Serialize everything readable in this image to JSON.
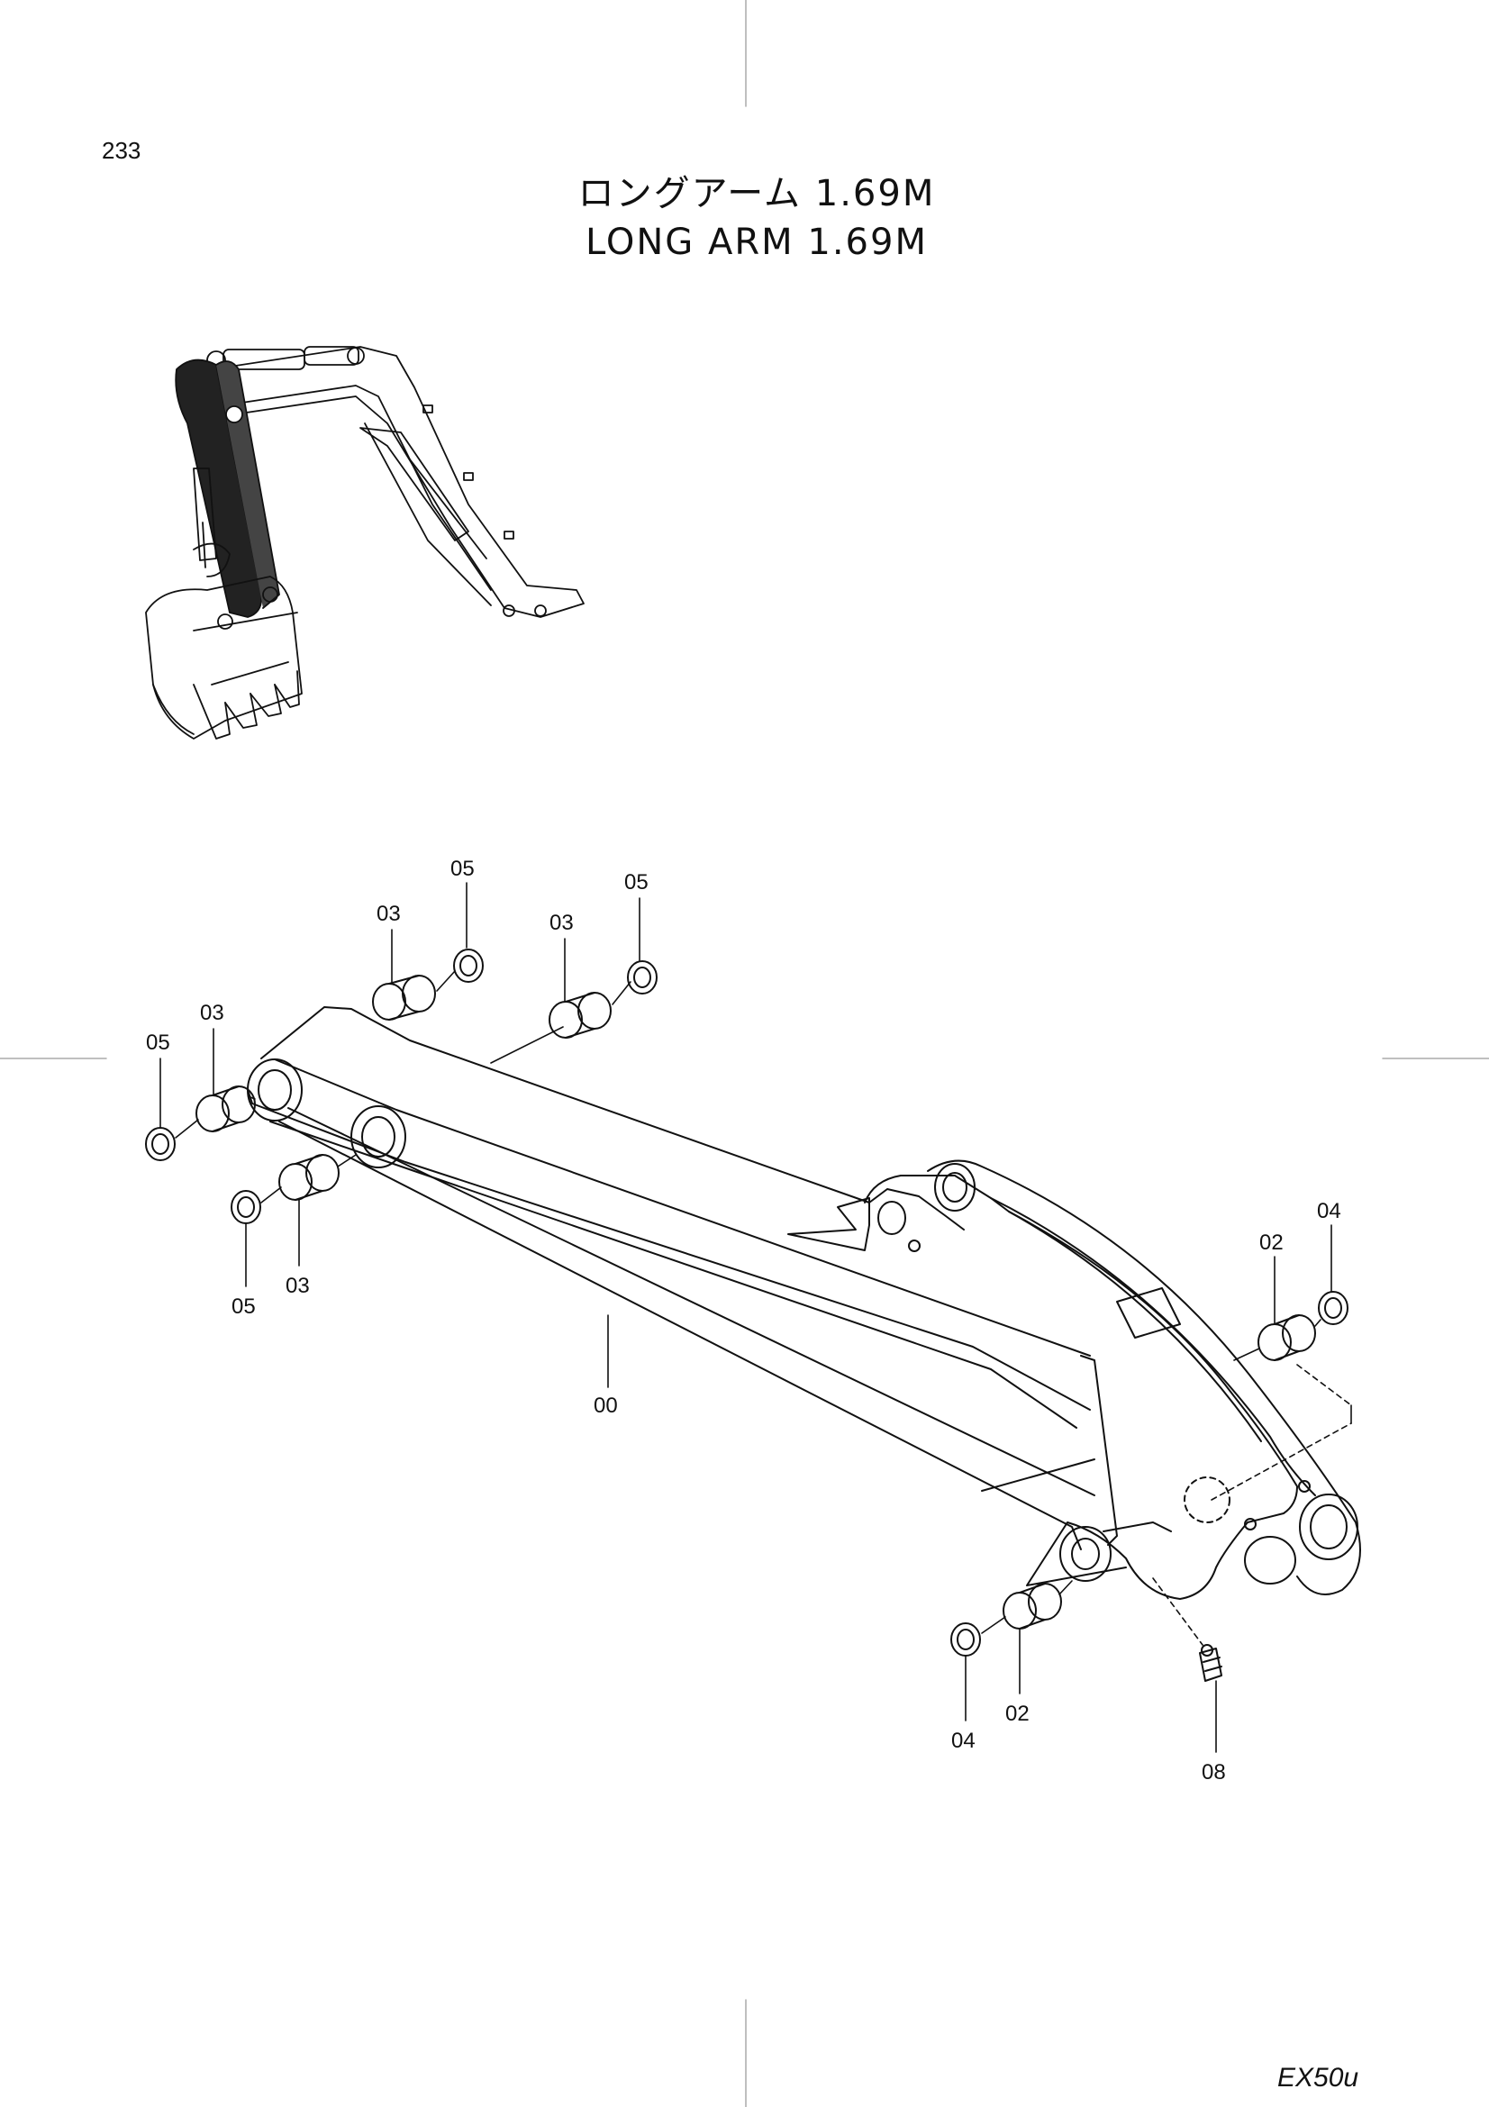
{
  "page": {
    "number": "233",
    "title_jp": "ロングアーム 1.69M",
    "title_en": "LONG ARM 1.69M",
    "model": "EX50u"
  },
  "callouts": {
    "c05_top": "05",
    "c03_top": "03",
    "c05_top_right": "05",
    "c03_top_mid": "03",
    "c03_left": "03",
    "c05_left": "05",
    "c05_bottom_left": "05",
    "c03_bottom_left": "03",
    "c00": "00",
    "c02_right": "02",
    "c04_right": "04",
    "c04_bottom": "04",
    "c02_bottom": "02",
    "c08": "08"
  }
}
